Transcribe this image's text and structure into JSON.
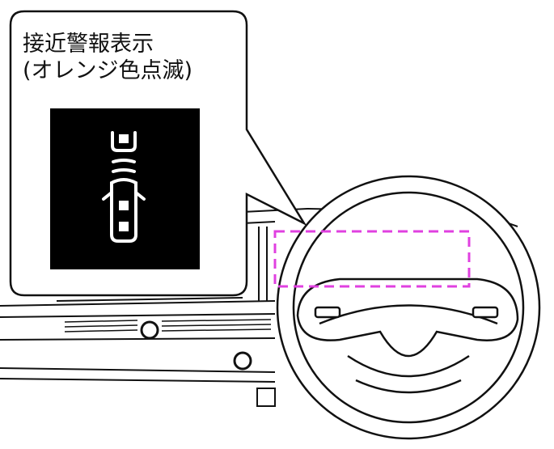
{
  "callout": {
    "line1": "接近警報表示",
    "line2": "(オレンジ色点滅)"
  },
  "colors": {
    "highlight": "#e040e0",
    "indicator_bg": "#000000",
    "indicator_fg": "#ffffff"
  },
  "icons": [
    "approach-warning-icon",
    "steering-wheel",
    "dashboard"
  ]
}
